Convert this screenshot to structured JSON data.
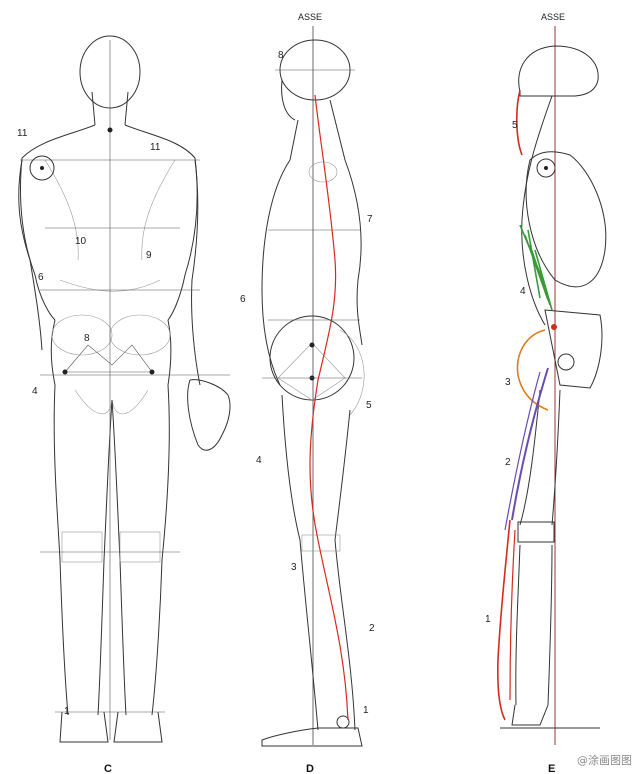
{
  "panels": {
    "c": {
      "letter": "C",
      "labels": [
        "11",
        "11",
        "10",
        "9",
        "6",
        "8",
        "4",
        "1"
      ]
    },
    "d": {
      "letter": "D",
      "axis": "ASSE",
      "labels": [
        "8",
        "7",
        "6",
        "5",
        "4",
        "3",
        "2",
        "1"
      ]
    },
    "e": {
      "letter": "E",
      "axis": "ASSE",
      "labels": [
        "5",
        "4",
        "3",
        "2",
        "1"
      ]
    }
  },
  "watermark": "@涂画图图",
  "colors": {
    "line": "#333333",
    "red": "#d62a1e",
    "green": "#3a9a3a",
    "orange": "#e07a1a",
    "purple": "#6a4bb0"
  }
}
